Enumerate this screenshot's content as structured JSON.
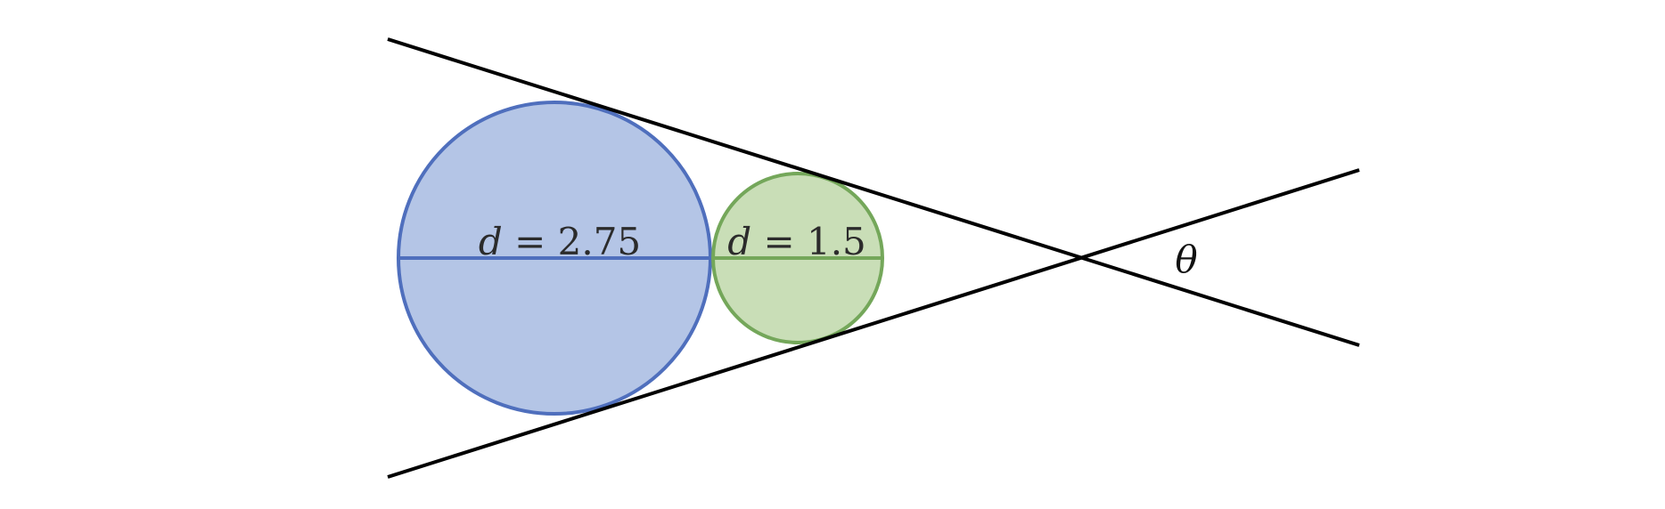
{
  "diagram": {
    "colors": {
      "line": "#000000",
      "large_fill": "#b4c5e6",
      "large_stroke": "#4f6fbd",
      "small_fill": "#c9deb7",
      "small_stroke": "#74a75a",
      "text": "#2b2b2b"
    },
    "large_circle": {
      "label_var": "d",
      "label_rest": " = 2.75",
      "diameter": 2.75
    },
    "small_circle": {
      "label_var": "d",
      "label_rest": " = 1.5",
      "diameter": 1.5
    },
    "angle_label": "θ"
  }
}
